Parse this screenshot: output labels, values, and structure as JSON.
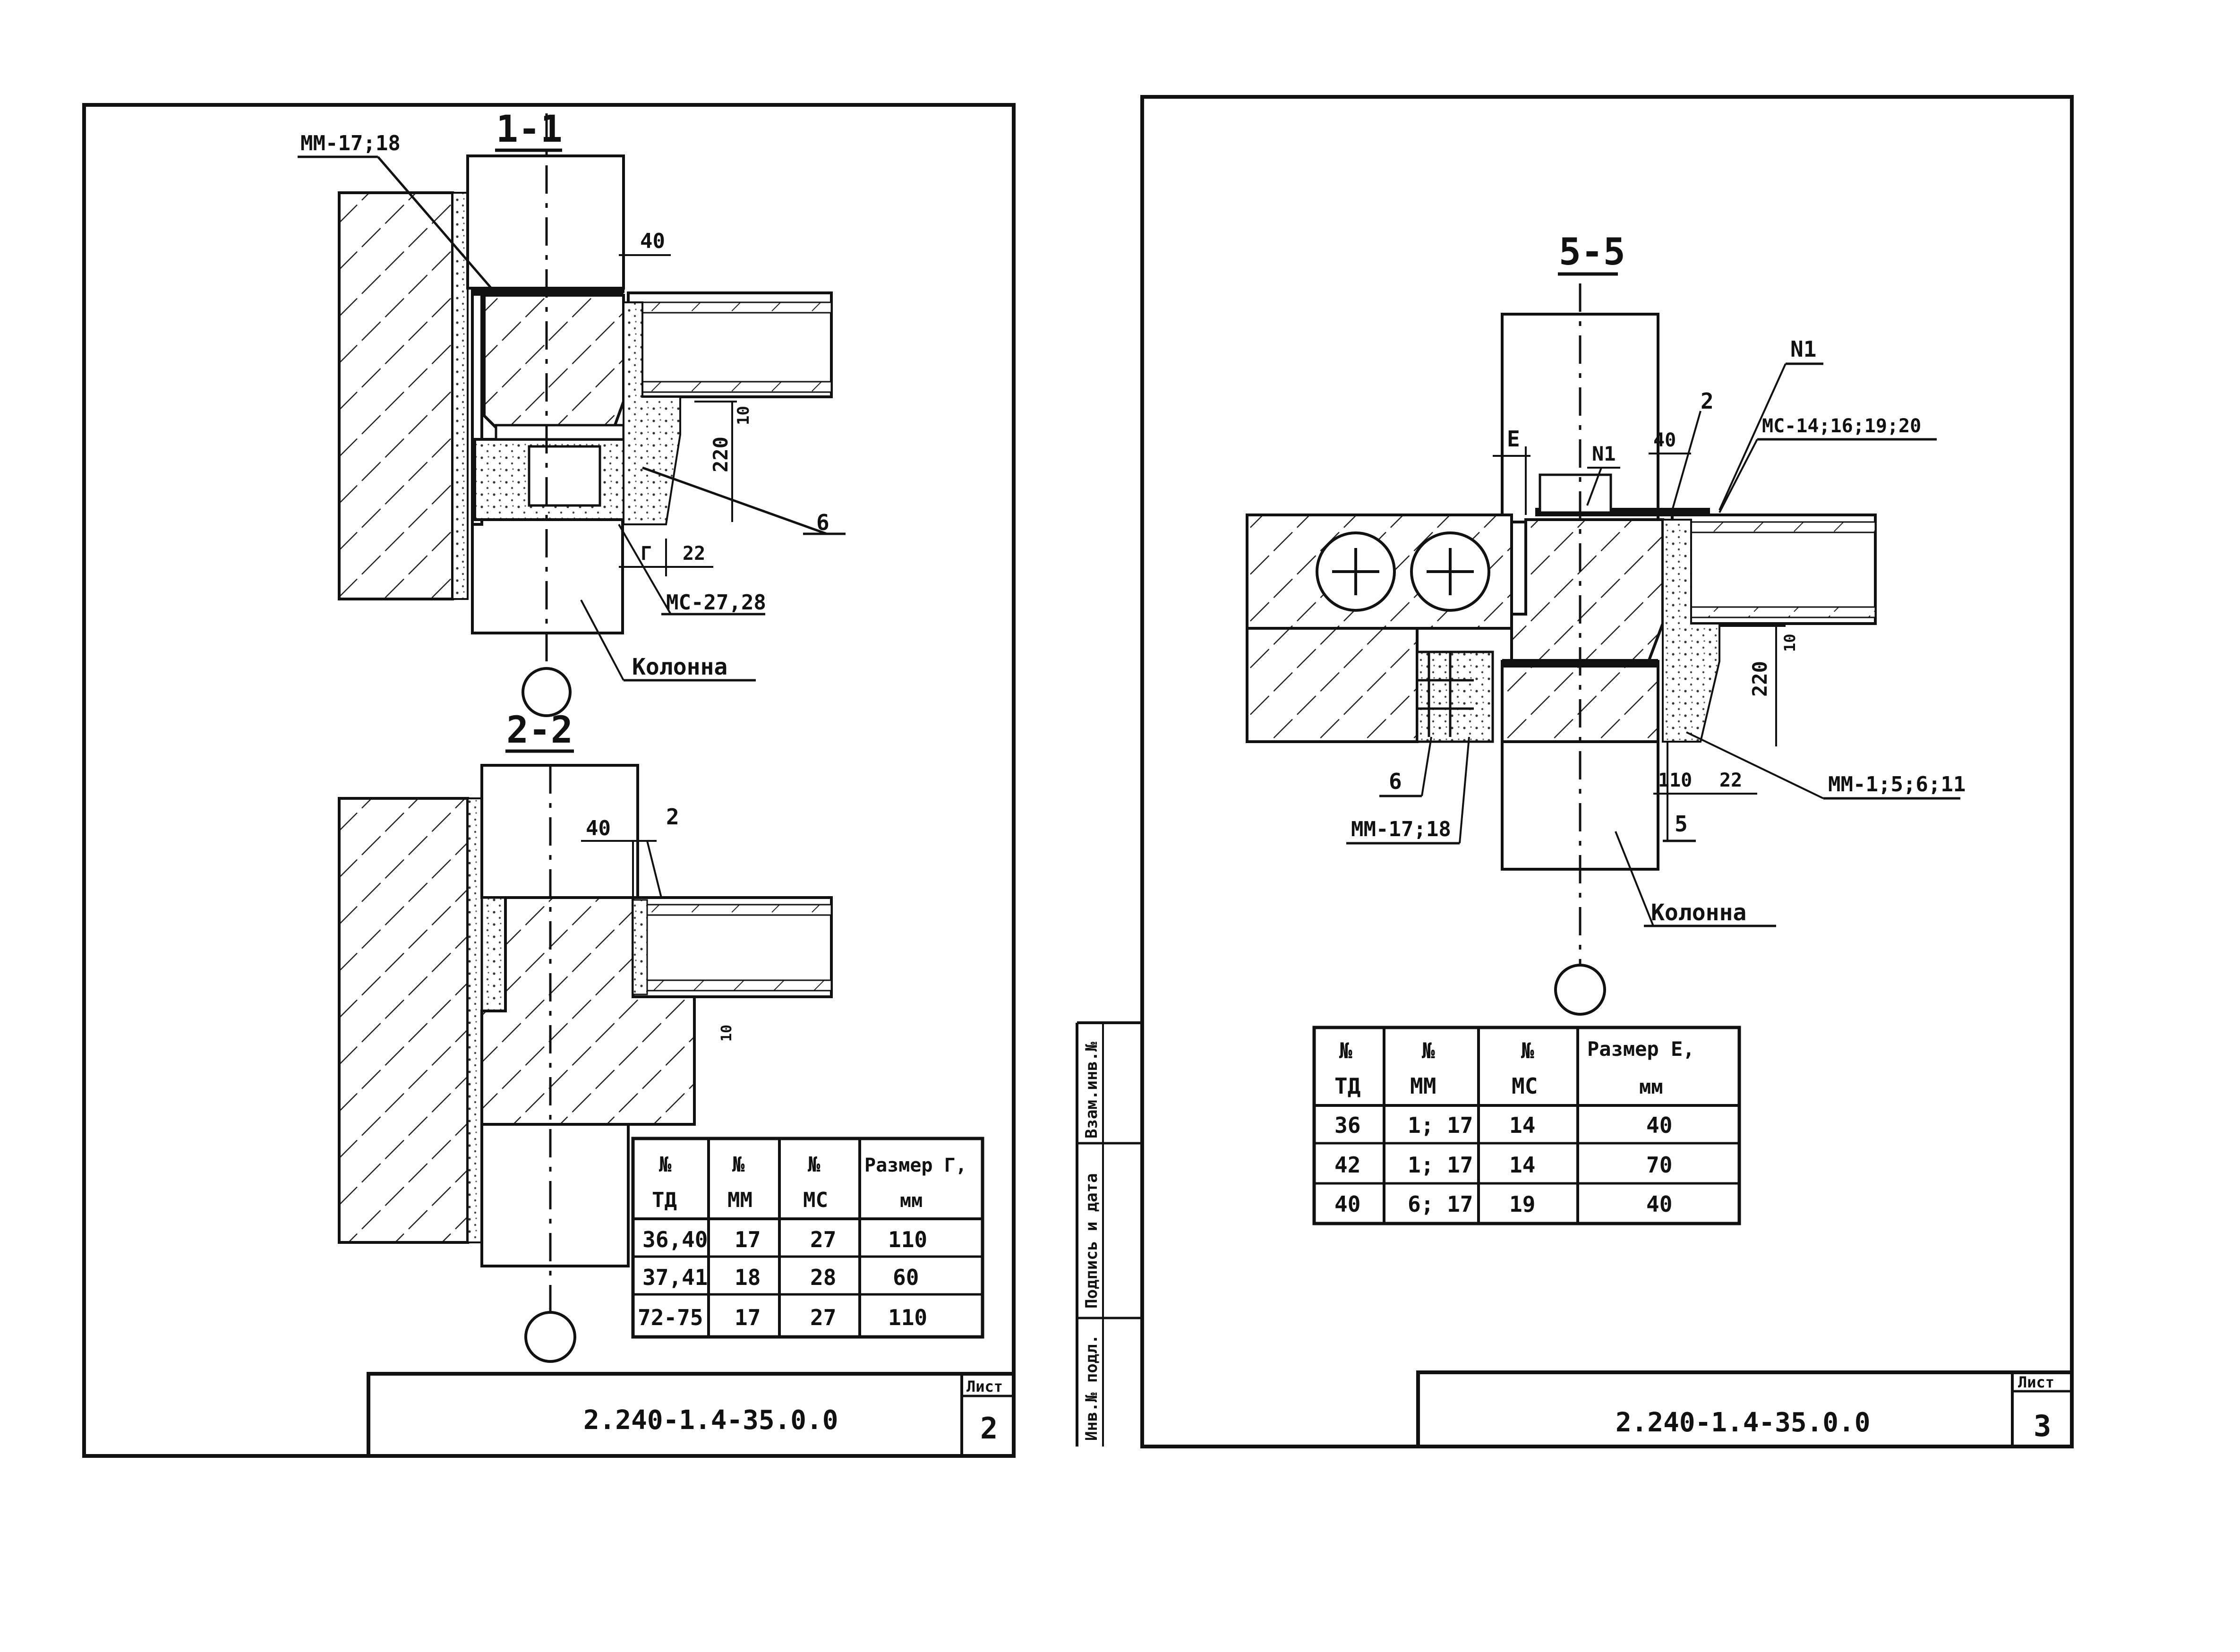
{
  "sheet_left": {
    "section_1": {
      "title": "1-1",
      "label_mm": "ММ-17;18",
      "dim_40": "40",
      "dim_10": "10",
      "dim_220": "220",
      "dim_g": "Г",
      "dim_22": "22",
      "label_6": "6",
      "label_mc": "МС-27,28",
      "label_column": "Колонна"
    },
    "section_2": {
      "title": "2-2",
      "dim_40": "40",
      "label_2": "2",
      "dim_10": "10"
    },
    "table": {
      "headers": [
        [
          "№",
          "ТД"
        ],
        [
          "№",
          "ММ"
        ],
        [
          "№",
          "МС"
        ],
        [
          "Размер Г,",
          "мм"
        ]
      ],
      "rows": [
        [
          "36,40",
          "17",
          "27",
          "110"
        ],
        [
          "37,41",
          "18",
          "28",
          "60"
        ],
        [
          "72-75",
          "17",
          "27",
          "110"
        ]
      ]
    },
    "title_block": {
      "code": "2.240-1.4-35.0.0",
      "sheet_label": "Лист",
      "sheet_no": "2"
    }
  },
  "sheet_right": {
    "section_5": {
      "title": "5-5",
      "label_n1_top": "N1",
      "label_n1": "N1",
      "label_2": "2",
      "label_mc": "МС-14;16;19;20",
      "dim_e": "Е",
      "dim_40": "40",
      "dim_10": "10",
      "dim_220": "220",
      "dim_110": "110",
      "dim_22": "22",
      "label_mm_right": "ММ-1;5;6;11",
      "label_6": "6",
      "label_mm_left": "ММ-17;18",
      "label_5": "5",
      "label_column": "Колонна"
    },
    "table": {
      "headers": [
        [
          "№",
          "ТД"
        ],
        [
          "№",
          "ММ"
        ],
        [
          "№",
          "МС"
        ],
        [
          "Размер Е,",
          "мм"
        ]
      ],
      "rows": [
        [
          "36",
          "1; 17",
          "14",
          "40"
        ],
        [
          "42",
          "1; 17",
          "14",
          "70"
        ],
        [
          "40",
          "6; 17",
          "19",
          "40"
        ]
      ]
    },
    "side_stamp": {
      "cell_1": "Взам.инв.№",
      "cell_2": "Подпись и дата",
      "cell_3": "Инв.№ подл."
    },
    "title_block": {
      "code": "2.240-1.4-35.0.0",
      "sheet_label": "Лист",
      "sheet_no": "3"
    }
  }
}
